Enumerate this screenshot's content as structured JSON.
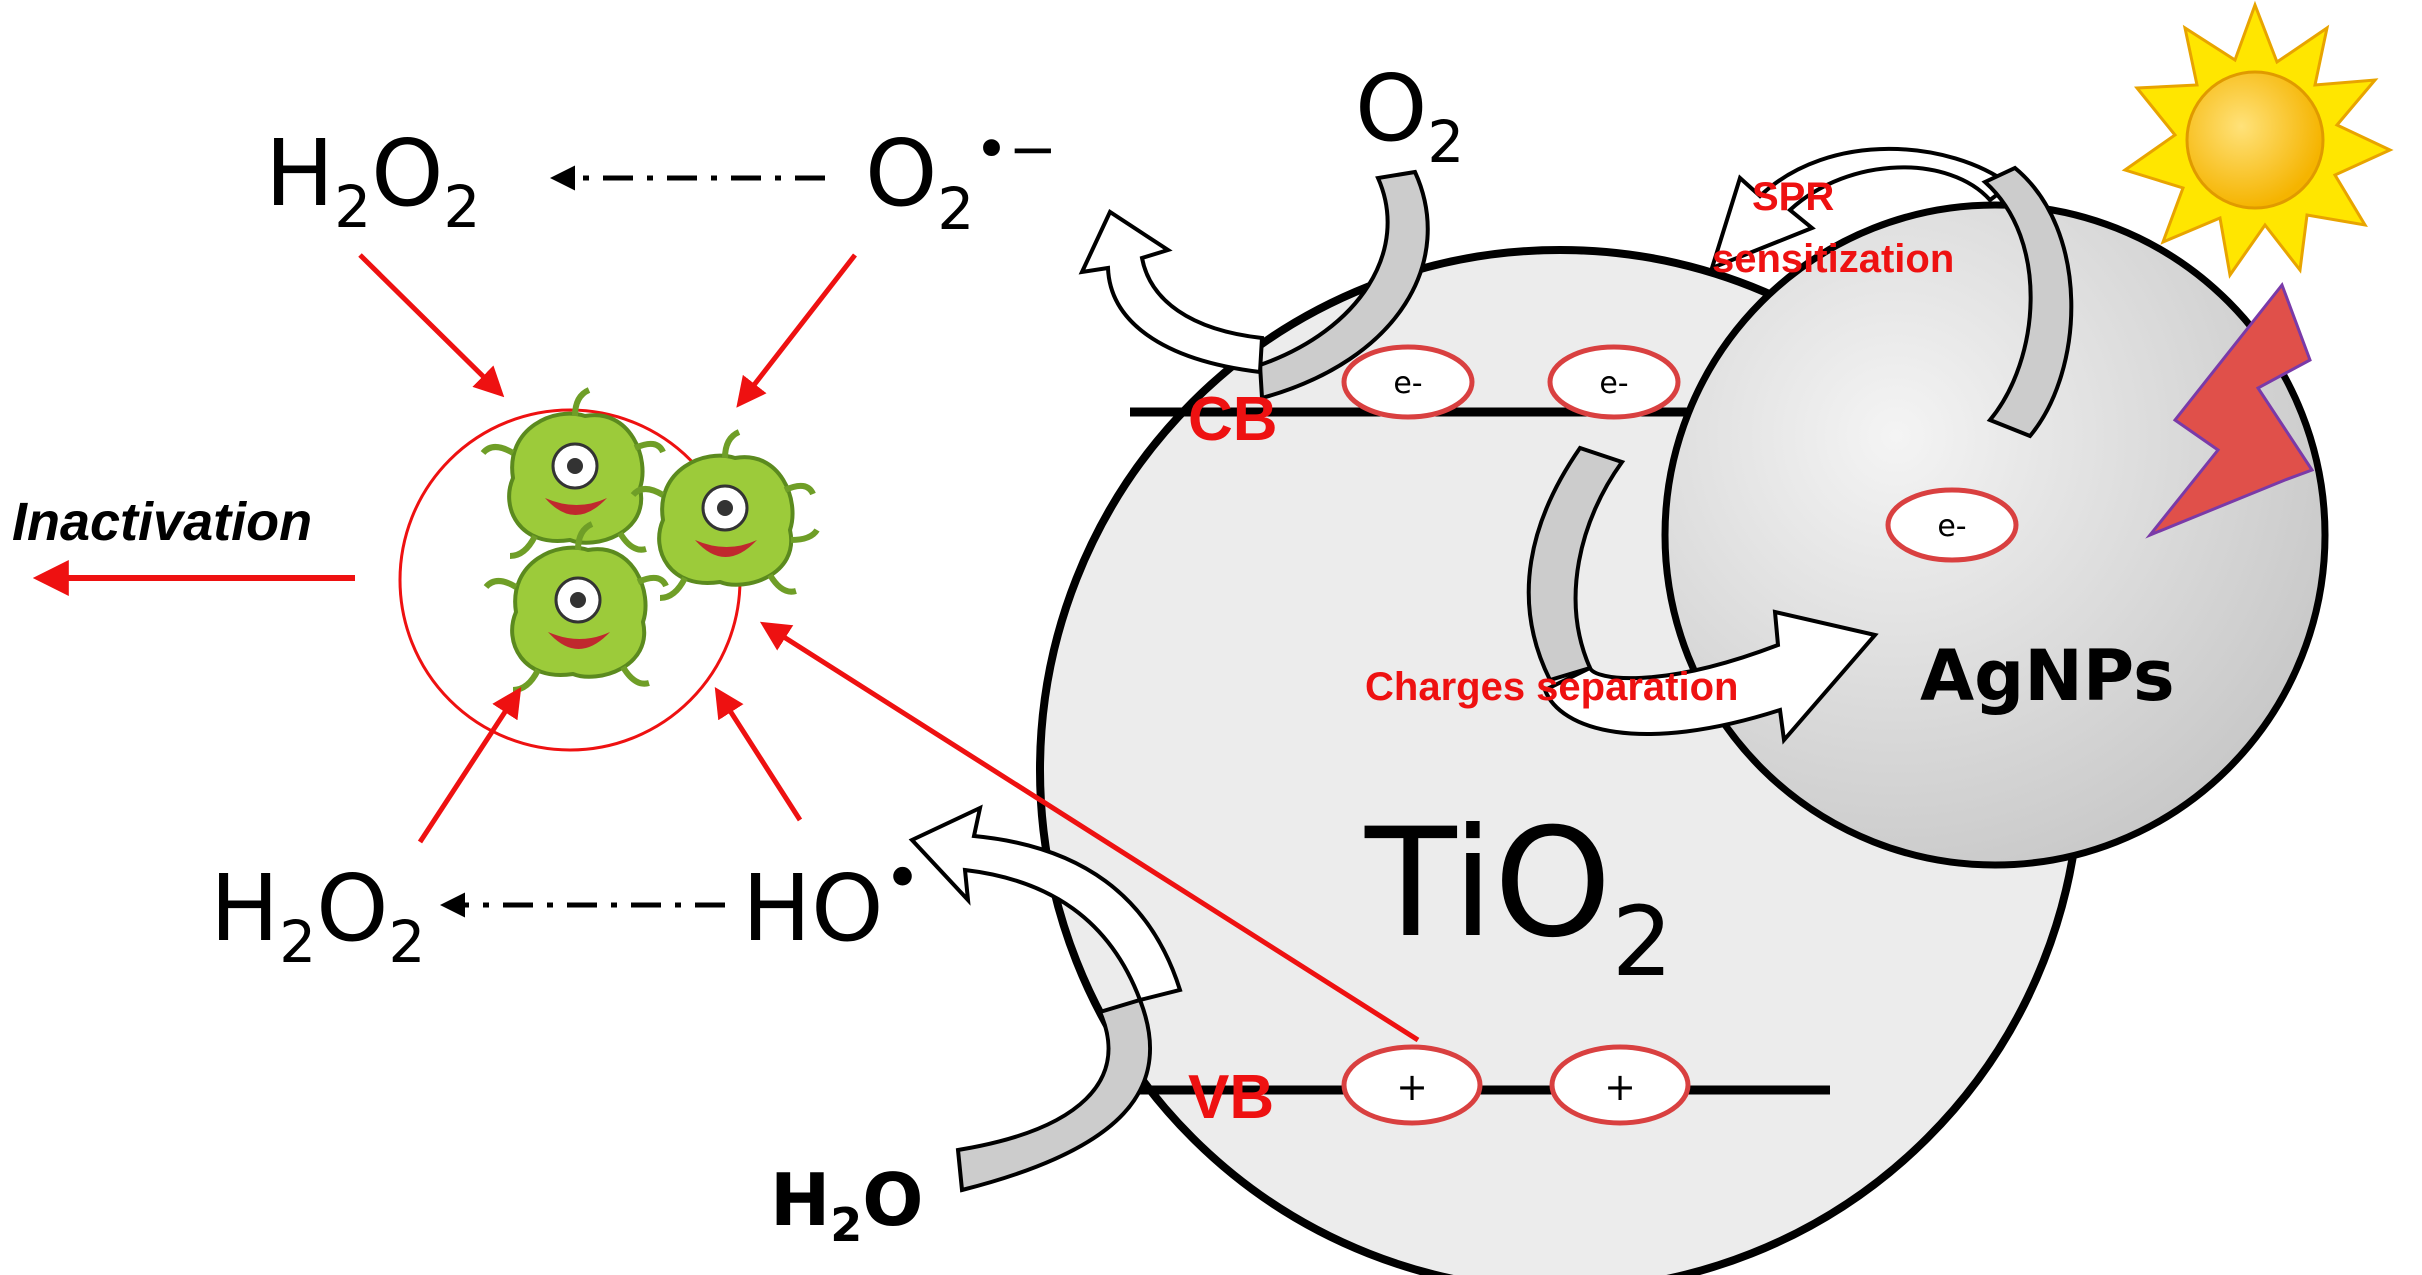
{
  "labels": {
    "h2o2_top": "H",
    "h2o2_top_sub1": "2",
    "h2o2_top_o": "O",
    "h2o2_top_sub2": "2",
    "superoxide_o": "O",
    "superoxide_sub": "2",
    "superoxide_charge": "•−",
    "o2_o": "O",
    "o2_sub": "2",
    "h2o2_bottom": "H",
    "h2o2_bottom_sub1": "2",
    "h2o2_bottom_o": "O",
    "h2o2_bottom_sub2": "2",
    "hydroxyl": "HO",
    "hydroxyl_dot": "•",
    "h2o_h": "H",
    "h2o_sub": "2",
    "h2o_o": "O",
    "tio2_ti": "TiO",
    "tio2_sub": "2",
    "cb": "CB",
    "vb": "VB",
    "agnps": "AgNPs",
    "inactivation": "Inactivation",
    "spr_line1": "SPR",
    "spr_line2": "sensitization",
    "charges_separation": "Charges separation",
    "electron": "e-",
    "hole": "+"
  },
  "colors": {
    "red": "#ee1111",
    "grey_fill": "#e8e8e8",
    "band_grey": "#cccccc",
    "microbe_green": "#9ccb3a",
    "sun_yellow": "#ffd200",
    "bolt": "#e0504a"
  }
}
